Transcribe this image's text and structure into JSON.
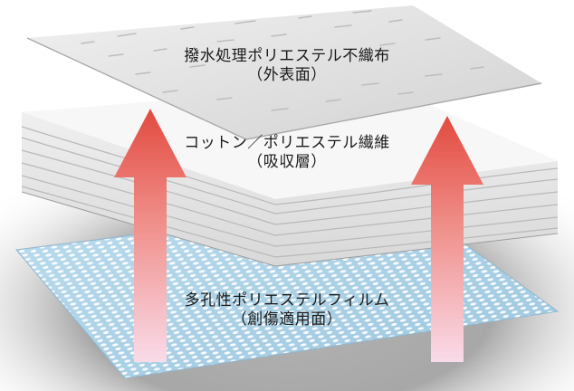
{
  "layers": [
    {
      "title": "撥水処理ポリエステル不織布",
      "subtitle": "（外表面）"
    },
    {
      "title": "コットン／ポリエステル繊維",
      "subtitle": "（吸収層）"
    },
    {
      "title": "多孔性ポリエステルフィルム",
      "subtitle": "（創傷適用面）"
    }
  ],
  "colors": {
    "arrow_top": "#e24a3f",
    "arrow_bottom": "#f7cfdf",
    "film": "#a9cfe4",
    "film_dots": "#ffffff",
    "nonwoven": "#e6e6e6",
    "cotton": "#f2f2f2",
    "background_shadow": "#7a7a7a"
  }
}
